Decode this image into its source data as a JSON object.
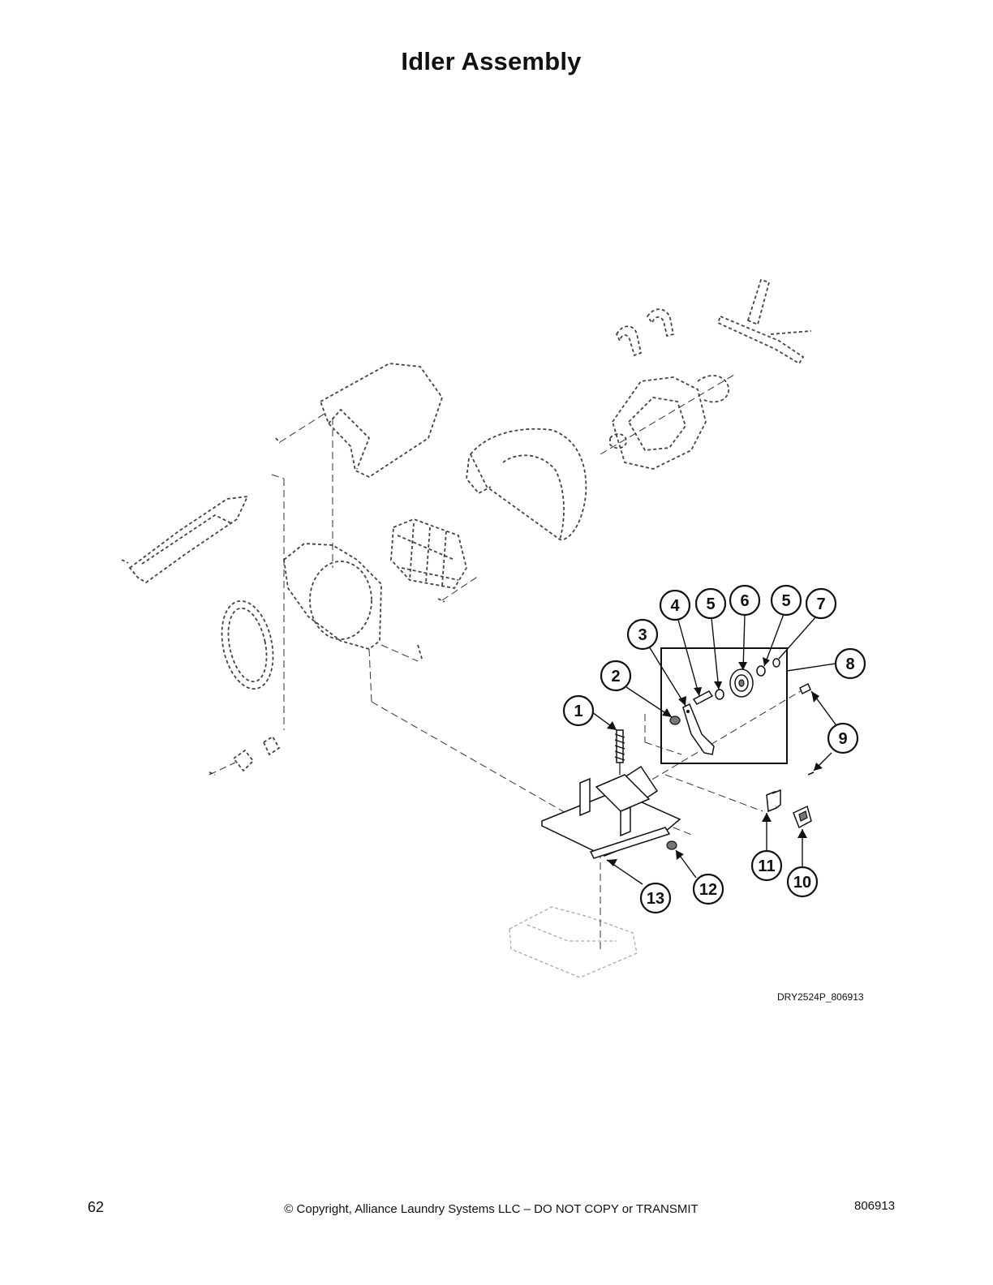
{
  "page": {
    "title": "Idler Assembly",
    "figure_code": "DRY2524P_806913",
    "footer": {
      "page_number": "62",
      "copyright": "© Copyright, Alliance Laundry Systems LLC – DO NOT COPY or TRANSMIT",
      "document_number": "806913"
    }
  },
  "diagram": {
    "callouts": [
      {
        "id": "1",
        "label": "1"
      },
      {
        "id": "2",
        "label": "2"
      },
      {
        "id": "3",
        "label": "3"
      },
      {
        "id": "4",
        "label": "4"
      },
      {
        "id": "5a",
        "label": "5"
      },
      {
        "id": "6",
        "label": "6"
      },
      {
        "id": "5b",
        "label": "5"
      },
      {
        "id": "7",
        "label": "7"
      },
      {
        "id": "8",
        "label": "8"
      },
      {
        "id": "9",
        "label": "9"
      },
      {
        "id": "11",
        "label": "11"
      },
      {
        "id": "10",
        "label": "10"
      },
      {
        "id": "12",
        "label": "12"
      },
      {
        "id": "13",
        "label": "13"
      }
    ]
  }
}
